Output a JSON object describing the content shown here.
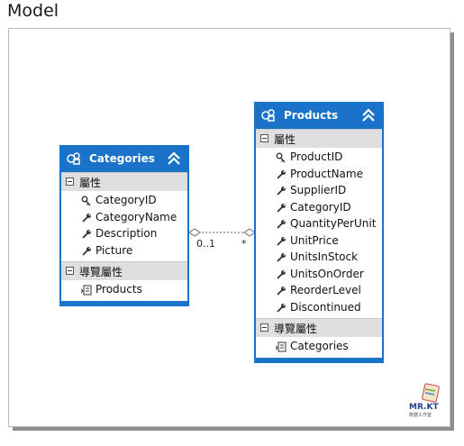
{
  "title": "Model",
  "entities": {
    "categories": {
      "name": "Categories",
      "properties_header": "屬性",
      "properties": [
        "CategoryID",
        "CategoryName",
        "Description",
        "Picture"
      ],
      "nav_header": "導覽屬性",
      "nav_properties": [
        "Products"
      ]
    },
    "products": {
      "name": "Products",
      "properties_header": "屬性",
      "properties": [
        "ProductID",
        "ProductName",
        "SupplierID",
        "CategoryID",
        "QuantityPerUnit",
        "UnitPrice",
        "UnitsInStock",
        "UnitsOnOrder",
        "ReorderLevel",
        "Discontinued"
      ],
      "nav_header": "導覽屬性",
      "nav_properties": [
        "Categories"
      ]
    }
  },
  "association": {
    "left_multiplicity": "0..1",
    "right_multiplicity": "*"
  },
  "icons": {
    "entity": "entity-type-icon",
    "key": "key-icon",
    "property": "wrench-icon",
    "navigation": "navigation-property-icon",
    "collapse": "double-chevron-up-icon"
  },
  "colors": {
    "entity_header": "#1a73c8",
    "section_header": "#dfdfdf"
  },
  "logo": {
    "text": "MR.KT",
    "subtitle": "軟體工作室"
  }
}
